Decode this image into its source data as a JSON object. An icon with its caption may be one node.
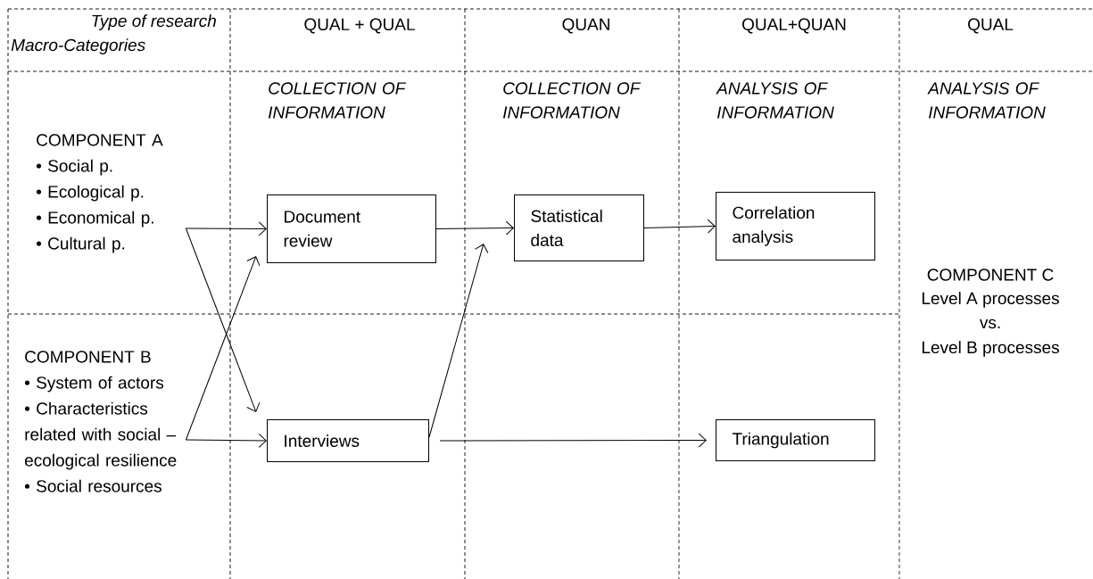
{
  "diagram": {
    "nodes": [
      {
        "text": [
          "COMPONENT A",
          "• Social p.",
          "• Ecological p.",
          "• Economical p.",
          "• Cultural  p."
        ]
      },
      {
        "text": [
          "COMPONENT B",
          "• System of actors",
          "• Characteristics related with social – ecological resilience",
          "• Social resources"
        ]
      },
      {
        "text": [
          "Document review"
        ]
      },
      {
        "text": [
          "Interviews"
        ]
      },
      {
        "text": [
          "Statistical data"
        ]
      },
      {
        "text": [
          "Correlation analysis"
        ]
      },
      {
        "text": [
          "Triangulation"
        ]
      }
    ],
    "edges": [
      {
        "from": 0,
        "to": 2,
        "arrow": "to"
      },
      {
        "from": 0,
        "to": 3,
        "arrow": "to"
      },
      {
        "from": 1,
        "to": 3,
        "arrow": "to"
      },
      {
        "from": 1,
        "to": 2,
        "arrow": "to"
      },
      {
        "from": 2,
        "to": 4,
        "arrow": "to"
      },
      {
        "from": 3,
        "to": 4,
        "arrow": "to"
      },
      {
        "from": 4,
        "to": 5,
        "arrow": "to"
      },
      {
        "from": 3,
        "to": 6,
        "arrow": "to"
      }
    ],
    "labels": [
      "Type of research",
      "Macro-Categories",
      "QUAL + QUAL",
      "QUAN",
      "QUAL+QUAN",
      "QUAL",
      "COLLECTION OF INFORMATION",
      "COLLECTION OF INFORMATION",
      "ANALYSIS OF INFORMATION",
      "ANALYSIS OF INFORMATION",
      "COMPONENT C",
      "Level A processes",
      "vs.",
      "Level B processes"
    ]
  }
}
